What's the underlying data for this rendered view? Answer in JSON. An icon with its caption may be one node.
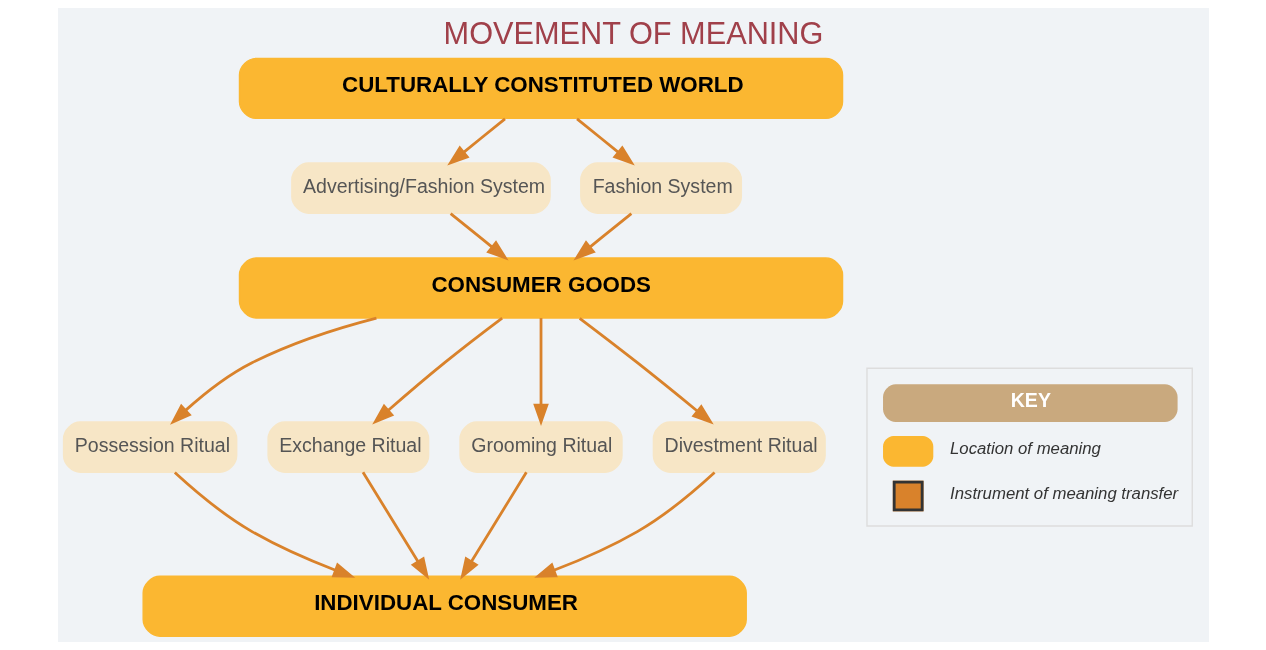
{
  "diagram": {
    "title": "MOVEMENT OF MEANING",
    "nodes": [
      {
        "text": [
          "CULTURALLY CONSTITUTED WORLD"
        ]
      },
      {
        "text": [
          "Advertising/Fashion System"
        ]
      },
      {
        "text": [
          "Fashion System"
        ]
      },
      {
        "text": [
          "CONSUMER GOODS"
        ]
      },
      {
        "text": [
          "Possession Ritual"
        ]
      },
      {
        "text": [
          "Exchange Ritual"
        ]
      },
      {
        "text": [
          "Grooming Ritual"
        ]
      },
      {
        "text": [
          "Divestment Ritual"
        ]
      },
      {
        "text": [
          "INDIVIDUAL CONSUMER"
        ]
      }
    ],
    "edges": [
      {
        "from": 0,
        "to": 1,
        "arrow": "to"
      },
      {
        "from": 0,
        "to": 2,
        "arrow": "to"
      },
      {
        "from": 1,
        "to": 3,
        "arrow": "to"
      },
      {
        "from": 2,
        "to": 3,
        "arrow": "to"
      },
      {
        "from": 3,
        "to": 4,
        "arrow": "to"
      },
      {
        "from": 3,
        "to": 5,
        "arrow": "to"
      },
      {
        "from": 3,
        "to": 6,
        "arrow": "to"
      },
      {
        "from": 3,
        "to": 7,
        "arrow": "to"
      },
      {
        "from": 4,
        "to": 8,
        "arrow": "to"
      },
      {
        "from": 5,
        "to": 8,
        "arrow": "to"
      },
      {
        "from": 6,
        "to": 8,
        "arrow": "to"
      },
      {
        "from": 7,
        "to": 8,
        "arrow": "to"
      }
    ],
    "labels": [
      "KEY"
    ],
    "legend": [
      {
        "text": "Location of meaning",
        "color": "#fbb731"
      },
      {
        "text": "Instrument of meaning transfer"
      }
    ]
  }
}
